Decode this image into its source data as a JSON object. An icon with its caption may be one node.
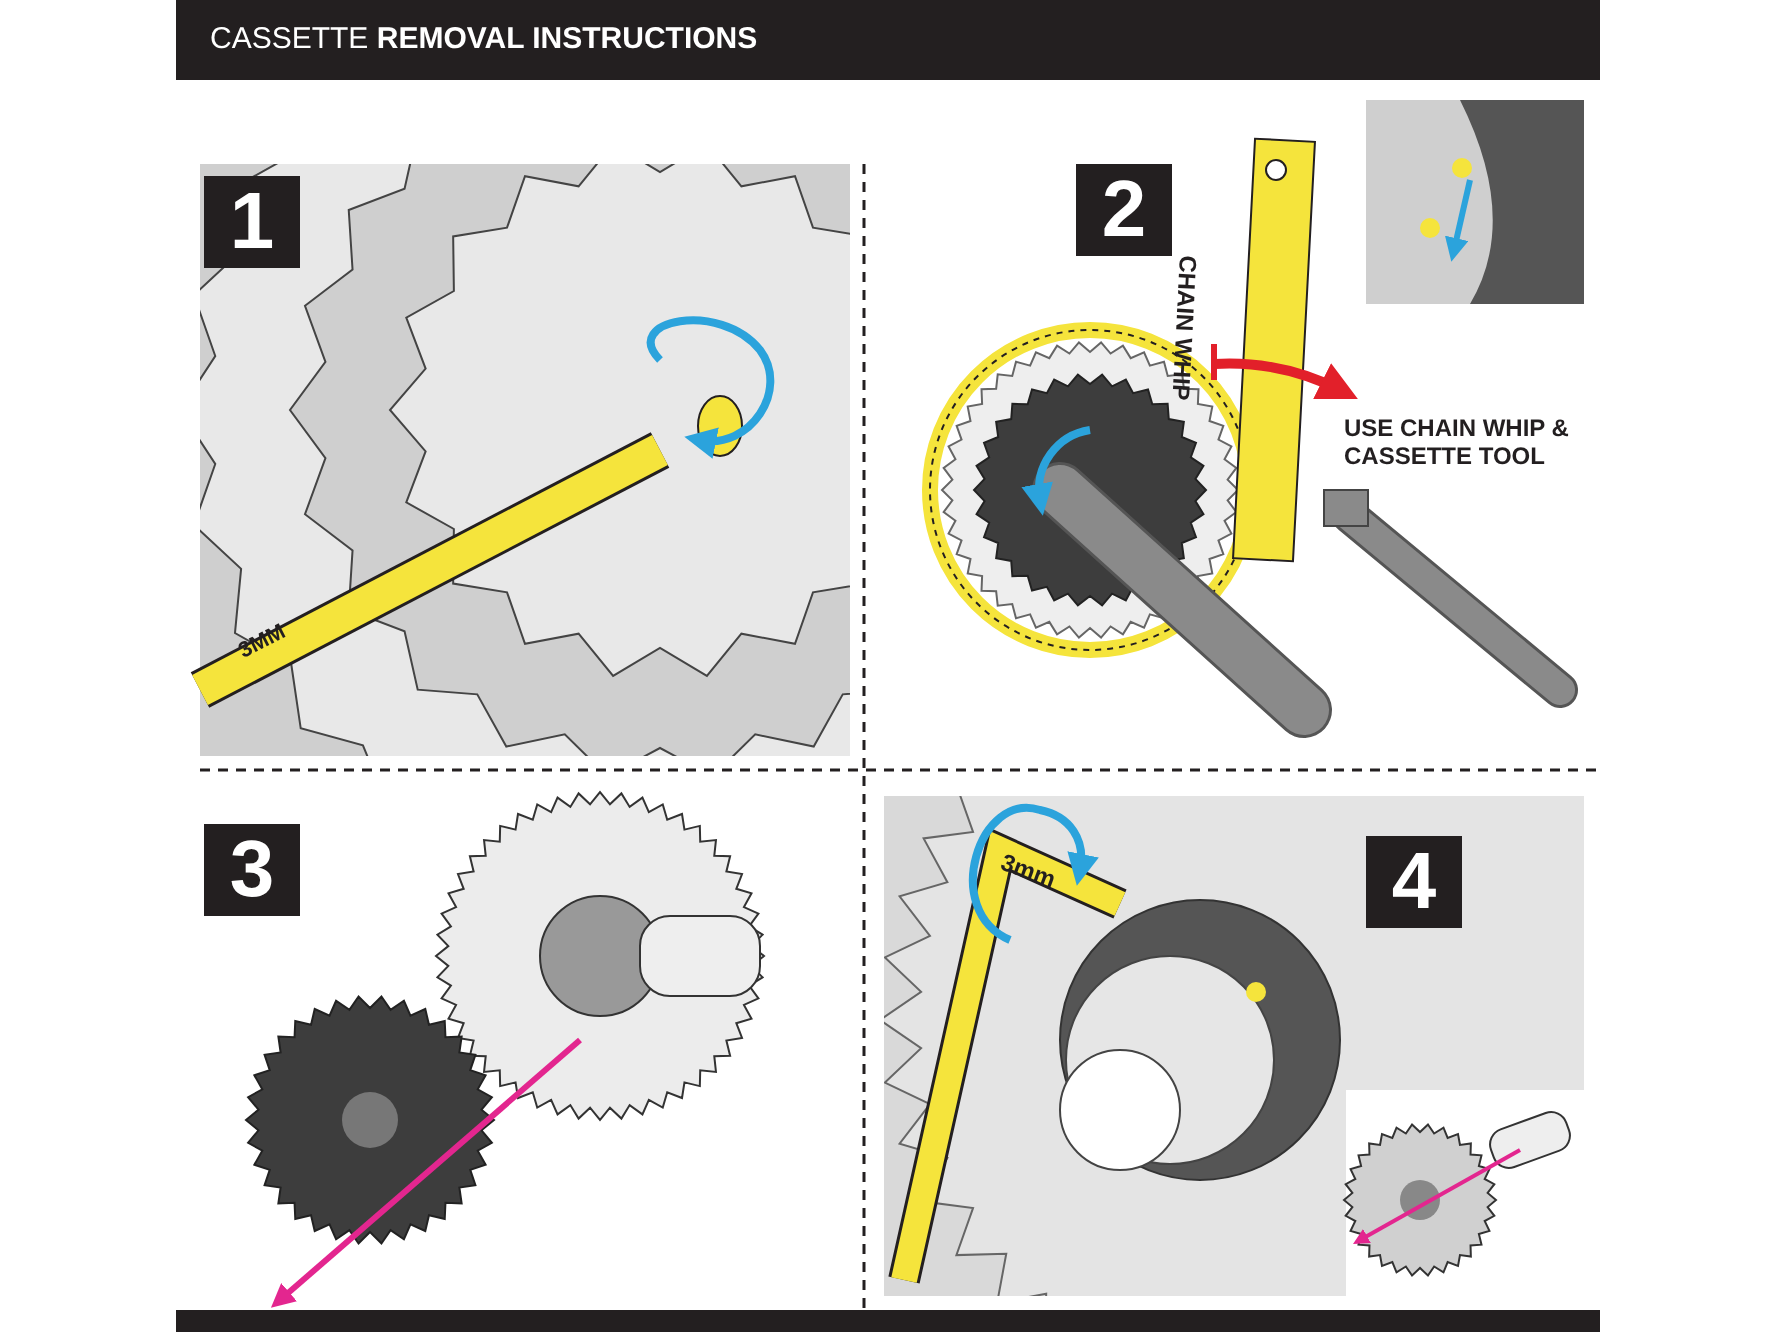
{
  "diagram": {
    "title": "CASSETTE **REMOVAL INSTRUCTIONS**",
    "labels": [
      "1",
      "3MM",
      "2",
      "CHAIN WHIP",
      "USE CHAIN WHIP & CASSETTE TOOL",
      "3",
      "4",
      "3mm"
    ]
  }
}
